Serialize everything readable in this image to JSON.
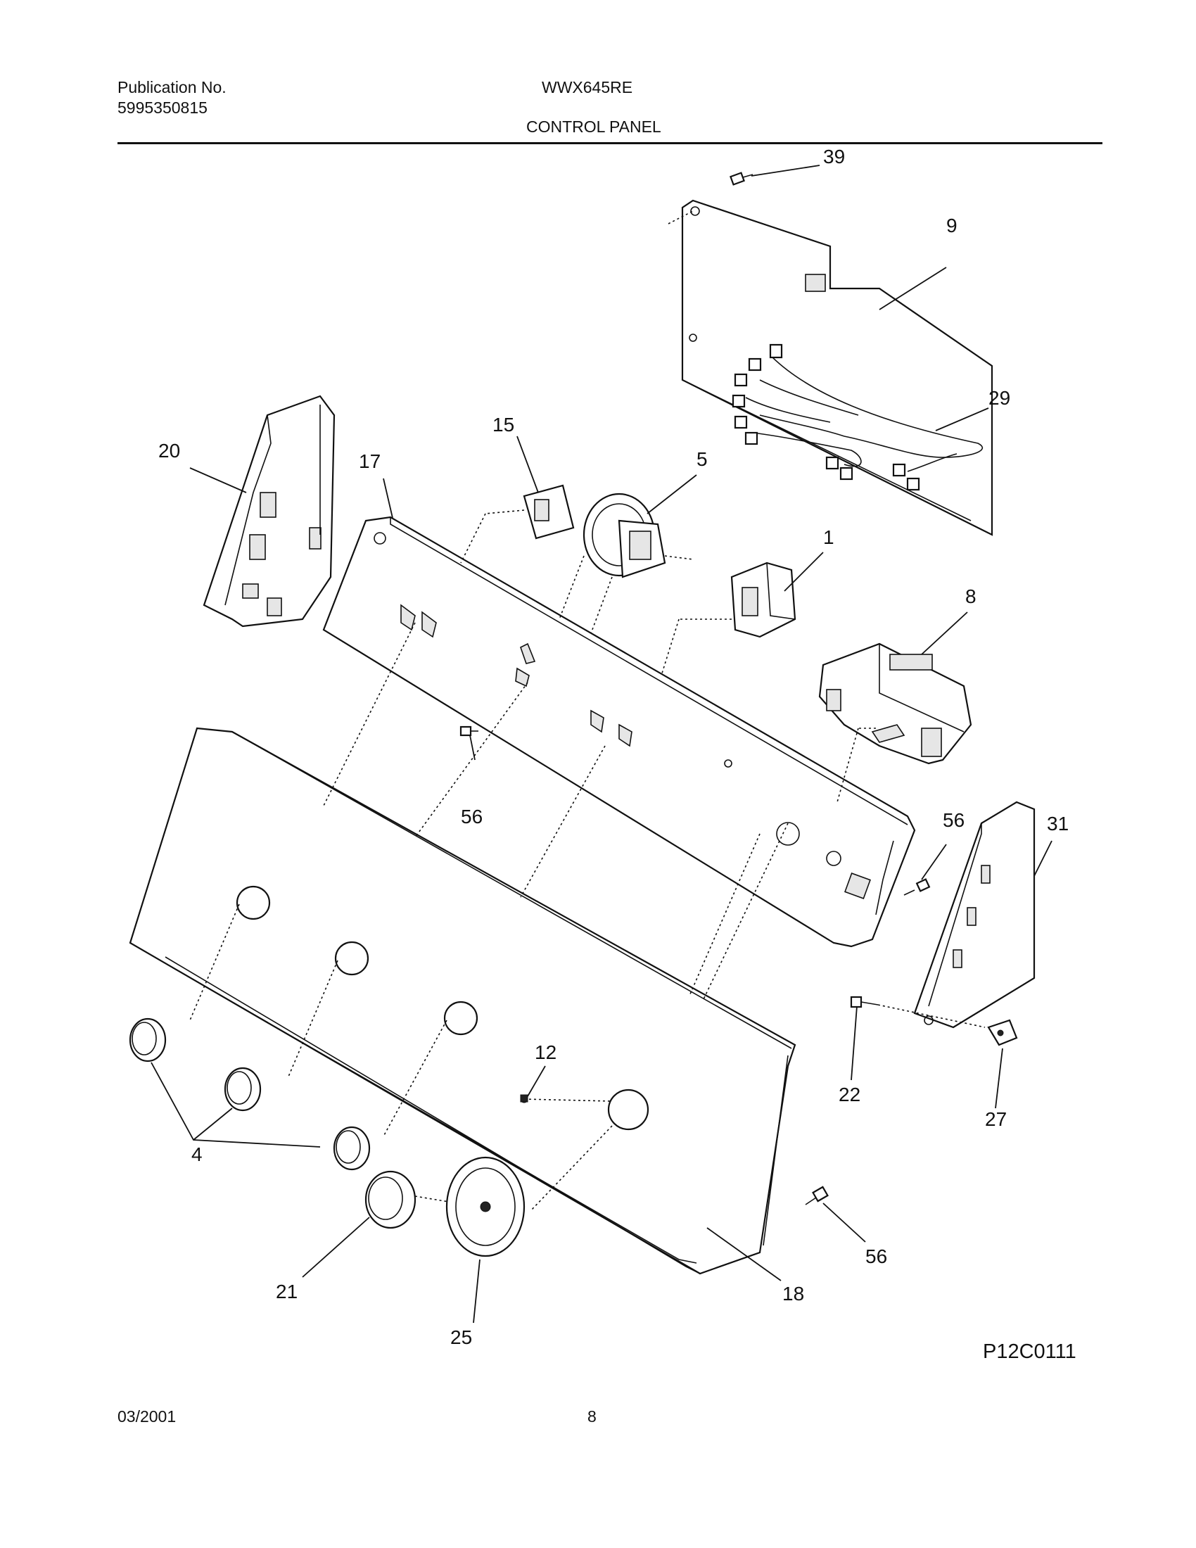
{
  "header": {
    "publication_label": "Publication No.",
    "publication_number": "5995350815",
    "model": "WWX645RE",
    "section_title": "CONTROL PANEL"
  },
  "callouts": {
    "c39": "39",
    "c9": "9",
    "c29": "29",
    "c20": "20",
    "c17": "17",
    "c15": "15",
    "c5": "5",
    "c1": "1",
    "c8": "8",
    "c56a": "56",
    "c56b": "56",
    "c31": "31",
    "c12": "12",
    "c4": "4",
    "c22": "22",
    "c27": "27",
    "c21": "21",
    "c25": "25",
    "c18": "18",
    "c56c": "56"
  },
  "figure_code": "P12C0111",
  "footer": {
    "date": "03/2001",
    "page": "8"
  }
}
